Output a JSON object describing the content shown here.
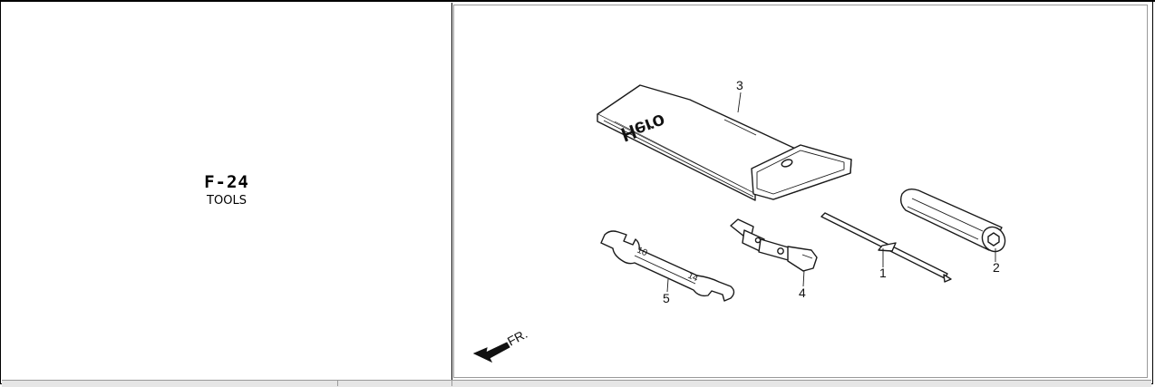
{
  "catalog": {
    "code": "F-24",
    "title": "TOOLS"
  },
  "diagram": {
    "brand_mark": "Hero",
    "direction_label": "FR.",
    "callouts": [
      "1",
      "2",
      "3",
      "4",
      "5"
    ],
    "wrench_sizes": [
      "10",
      "14"
    ]
  }
}
